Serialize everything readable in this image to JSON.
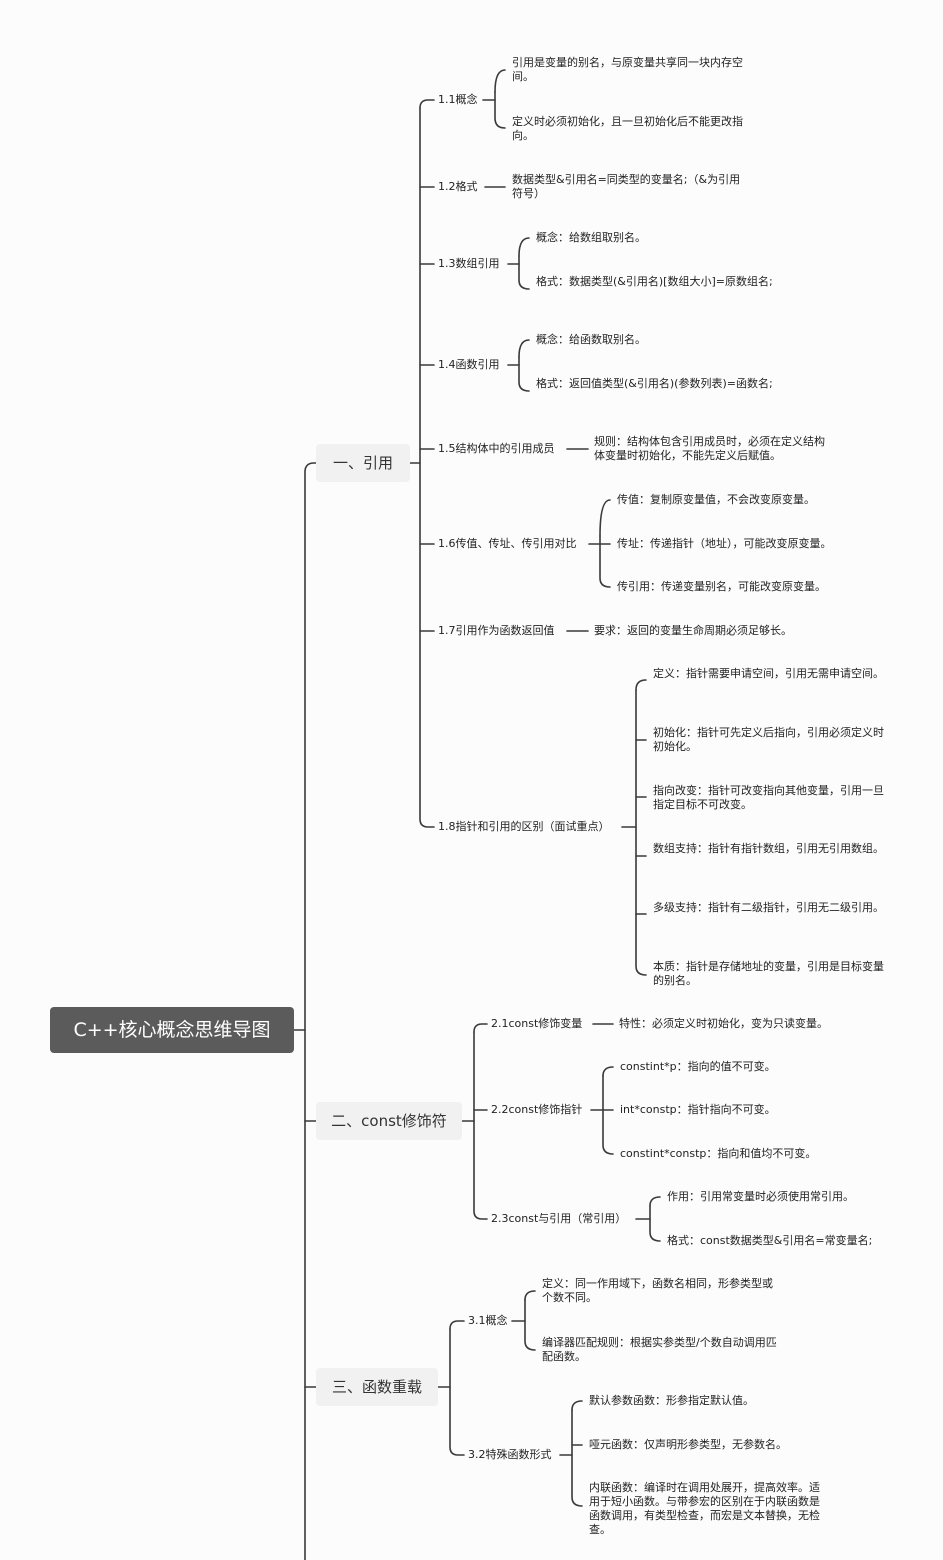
{
  "root": "C++核心概念思维导图",
  "branches": {
    "b1": {
      "label": "一、引用",
      "s1": {
        "label": "1.1概念",
        "l1": "引用是变量的别名，与原变量共享同一块内存空间。",
        "l2": "定义时必须初始化，且一旦初始化后不能更改指向。"
      },
      "s2": {
        "label": "1.2格式",
        "l1": "数据类型&引用名=同类型的变量名;（&为引用符号）"
      },
      "s3": {
        "label": "1.3数组引用",
        "l1": "概念：给数组取别名。",
        "l2": "格式：数据类型(&引用名)[数组大小]=原数组名;"
      },
      "s4": {
        "label": "1.4函数引用",
        "l1": "概念：给函数取别名。",
        "l2": "格式：返回值类型(&引用名)(参数列表)=函数名;"
      },
      "s5": {
        "label": "1.5结构体中的引用成员",
        "l1": "规则：结构体包含引用成员时，必须在定义结构体变量时初始化，不能先定义后赋值。"
      },
      "s6": {
        "label": "1.6传值、传址、传引用对比",
        "l1": "传值：复制原变量值，不会改变原变量。",
        "l2": "传址：传递指针（地址），可能改变原变量。",
        "l3": "传引用：传递变量别名，可能改变原变量。"
      },
      "s7": {
        "label": "1.7引用作为函数返回值",
        "l1": "要求：返回的变量生命周期必须足够长。"
      },
      "s8": {
        "label": "1.8指针和引用的区别（面试重点）",
        "l1": "定义：指针需要申请空间，引用无需申请空间。",
        "l2": "初始化：指针可先定义后指向，引用必须定义时初始化。",
        "l3": "指向改变：指针可改变指向其他变量，引用一旦指定目标不可改变。",
        "l4": "数组支持：指针有指针数组，引用无引用数组。",
        "l5": "多级支持：指针有二级指针，引用无二级引用。",
        "l6": "本质：指针是存储地址的变量，引用是目标变量的别名。"
      }
    },
    "b2": {
      "label": "二、const修饰符",
      "s1": {
        "label": "2.1const修饰变量",
        "l1": "特性：必须定义时初始化，变为只读变量。"
      },
      "s2": {
        "label": "2.2const修饰指针",
        "l1": "constint*p：指向的值不可变。",
        "l2": "int*constp：指针指向不可变。",
        "l3": "constint*constp：指向和值均不可变。"
      },
      "s3": {
        "label": "2.3const与引用（常引用）",
        "l1": "作用：引用常变量时必须使用常引用。",
        "l2": "格式：const数据类型&引用名=常变量名;"
      }
    },
    "b3": {
      "label": "三、函数重载",
      "s1": {
        "label": "3.1概念",
        "l1": "定义：同一作用域下，函数名相同，形参类型或个数不同。",
        "l2": "编译器匹配规则：根据实参类型/个数自动调用匹配函数。"
      },
      "s2": {
        "label": "3.2特殊函数形式",
        "l1": "默认参数函数：形参指定默认值。",
        "l2": "哑元函数：仅声明形参类型，无参数名。",
        "l3": "内联函数：编译时在调用处展开，提高效率。适用于短小函数。与带参宏的区别在于内联函数是函数调用，有类型检查，而宏是文本替换，无检查。"
      }
    }
  }
}
